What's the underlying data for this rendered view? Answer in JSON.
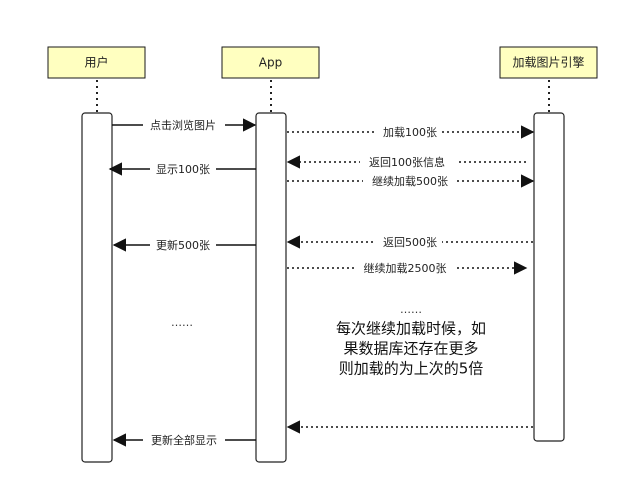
{
  "actors": {
    "user": "用户",
    "app": "App",
    "engine": "加载图片引擎"
  },
  "messages": {
    "m1": "点击浏览图片",
    "m2": "加载100张",
    "m3": "返回100张信息",
    "m4": "显示100张",
    "m5": "继续加载500张",
    "m6": "返回500张",
    "m7": "更新500张",
    "m8": "继续加载2500张",
    "m9": "",
    "m10": "更新全部显示"
  },
  "notes": {
    "user_dots": "……",
    "app_dots": "……",
    "line1": "每次继续加载时候，如",
    "line2": "果数据库还存在更多",
    "line3": "则加载的为上次的5倍"
  }
}
